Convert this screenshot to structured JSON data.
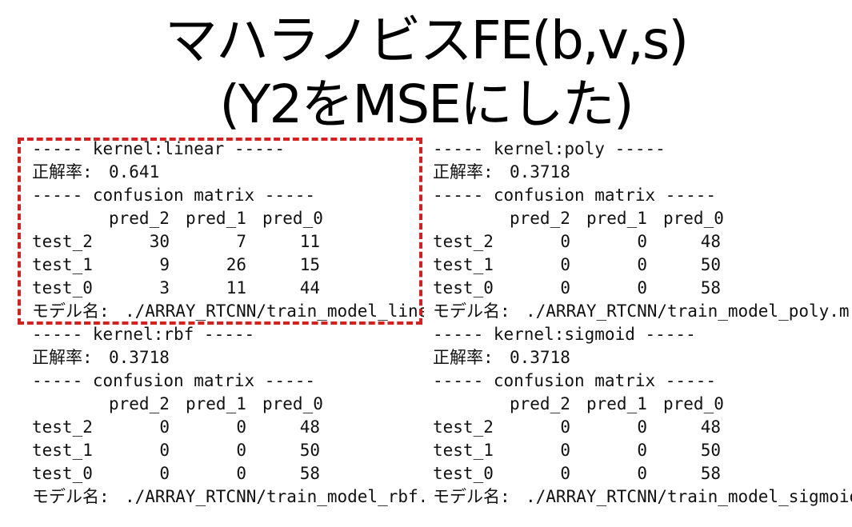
{
  "title": {
    "line1": "マハラノビスFE(b,v,s)",
    "line2": "(Y2をMSEにした)"
  },
  "columns": [
    "pred_2",
    "pred_1",
    "pred_0"
  ],
  "confusion_header": "----- confusion matrix -----",
  "accuracy_label": "正解率: ",
  "model_label": "モデル名: ",
  "accent_color": "#d62020",
  "results": [
    {
      "header": "----- kernel:linear -----",
      "accuracy": "0.641",
      "rows": [
        {
          "label": "test_2",
          "values": [
            "30",
            "7",
            "11"
          ]
        },
        {
          "label": "test_1",
          "values": [
            "9",
            "26",
            "15"
          ]
        },
        {
          "label": "test_0",
          "values": [
            "3",
            "11",
            "44"
          ]
        }
      ],
      "model_path": "./ARRAY_RTCNN/train_model_linea"
    },
    {
      "header": "----- kernel:poly -----",
      "accuracy": "0.3718",
      "rows": [
        {
          "label": "test_2",
          "values": [
            "0",
            "0",
            "48"
          ]
        },
        {
          "label": "test_1",
          "values": [
            "0",
            "0",
            "50"
          ]
        },
        {
          "label": "test_0",
          "values": [
            "0",
            "0",
            "58"
          ]
        }
      ],
      "model_path": "./ARRAY_RTCNN/train_model_poly.m"
    },
    {
      "header": "----- kernel:rbf -----",
      "accuracy": "0.3718",
      "rows": [
        {
          "label": "test_2",
          "values": [
            "0",
            "0",
            "48"
          ]
        },
        {
          "label": "test_1",
          "values": [
            "0",
            "0",
            "50"
          ]
        },
        {
          "label": "test_0",
          "values": [
            "0",
            "0",
            "58"
          ]
        }
      ],
      "model_path": "./ARRAY_RTCNN/train_model_rbf.m"
    },
    {
      "header": "----- kernel:sigmoid -----",
      "accuracy": "0.3718",
      "rows": [
        {
          "label": "test_2",
          "values": [
            "0",
            "0",
            "48"
          ]
        },
        {
          "label": "test_1",
          "values": [
            "0",
            "0",
            "50"
          ]
        },
        {
          "label": "test_0",
          "values": [
            "0",
            "0",
            "58"
          ]
        }
      ],
      "model_path": "./ARRAY_RTCNN/train_model_sigmoid."
    }
  ]
}
